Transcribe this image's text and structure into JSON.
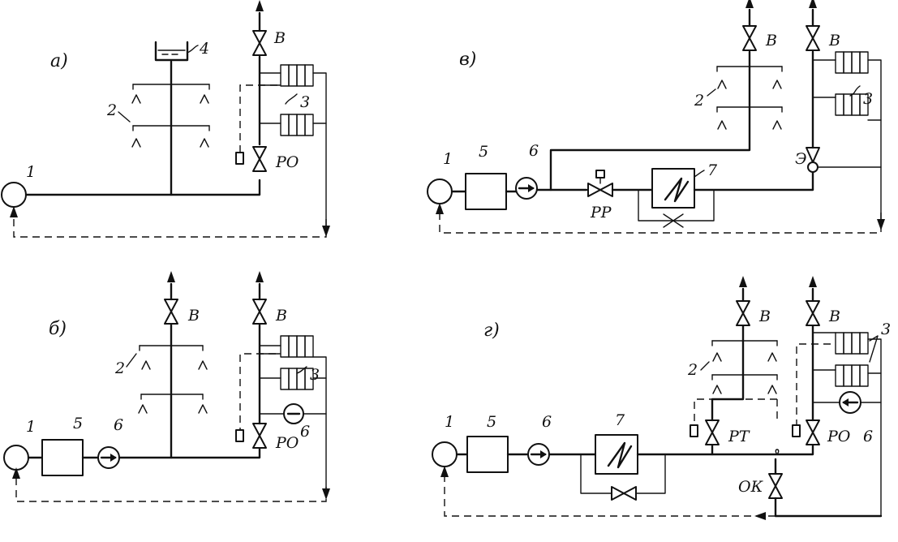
{
  "panels": {
    "a": "а)",
    "v": "в)",
    "b": "б)",
    "g": "г)"
  },
  "labels": {
    "n1": "1",
    "n2": "2",
    "n3": "3",
    "n4": "4",
    "n5": "5",
    "n6": "6",
    "n7": "7",
    "valve_b": "В",
    "ro": "РО",
    "rr": "РР",
    "rt": "РТ",
    "ok": "ОК",
    "ejector": "Э"
  }
}
